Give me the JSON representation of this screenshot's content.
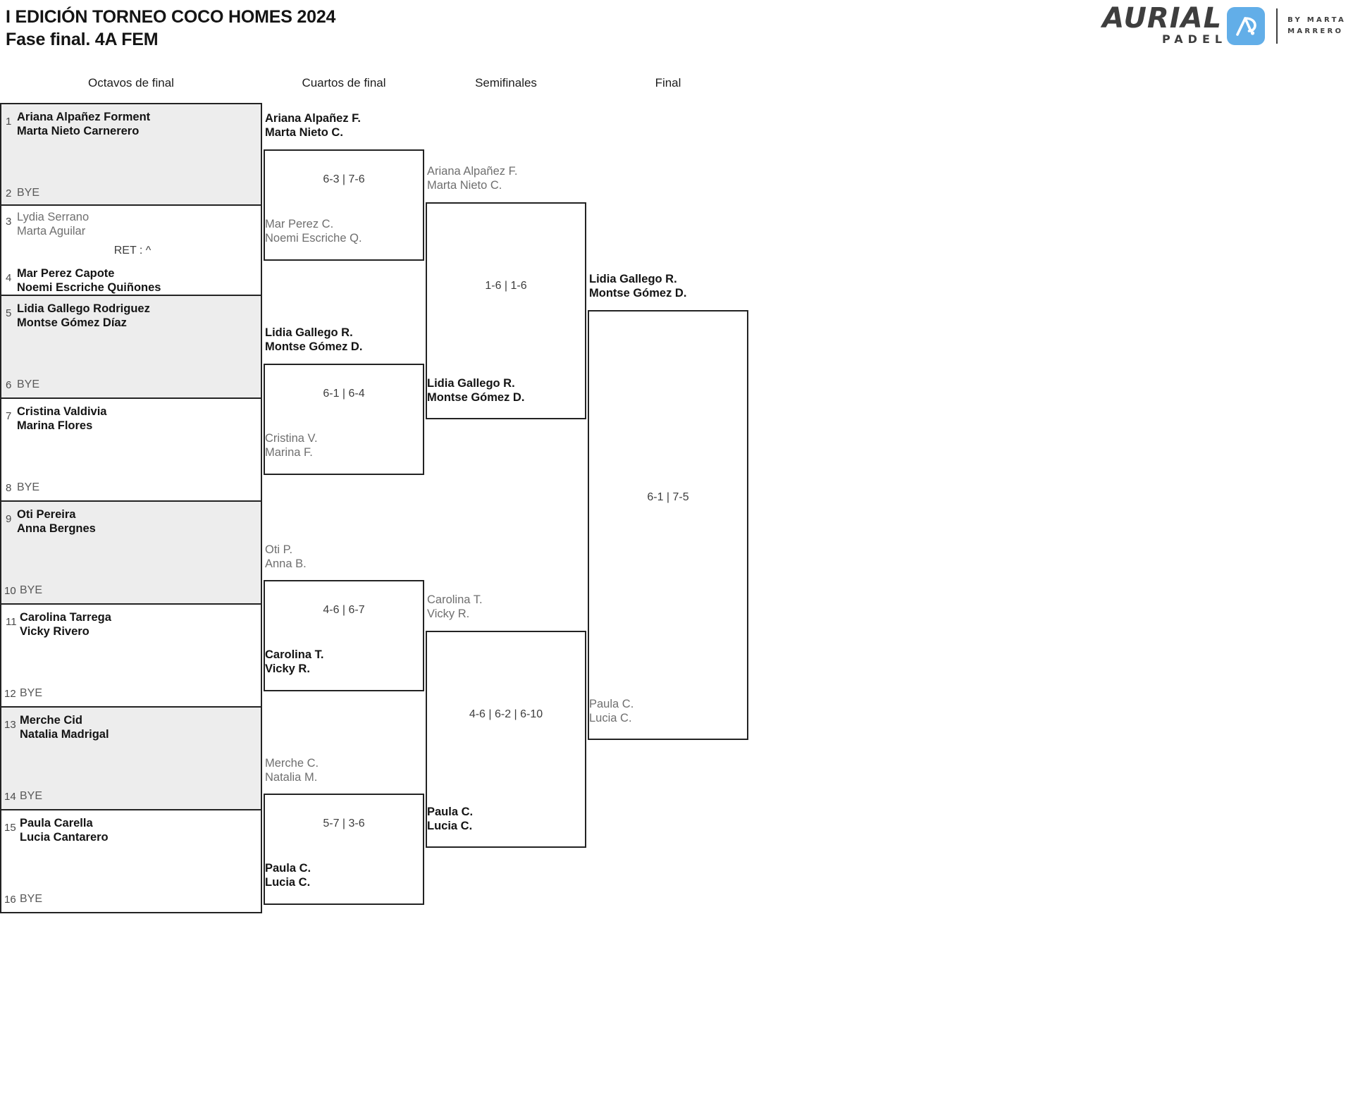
{
  "header": {
    "title_line1": "I EDICIÓN TORNEO COCO HOMES 2024",
    "title_line2": "Fase final. 4A FEM"
  },
  "logo": {
    "brand": "AURIAL",
    "sub": "PADEL",
    "by_line1": "BY MARTA",
    "by_line2": "MARRERO",
    "mark_alt": "AP",
    "accent_color": "#62aee8"
  },
  "rounds": [
    {
      "key": "r16",
      "label": "Octavos de final"
    },
    {
      "key": "qf",
      "label": "Cuartos de final"
    },
    {
      "key": "sf",
      "label": "Semifinales"
    },
    {
      "key": "f",
      "label": "Final"
    }
  ],
  "bye_label": "BYE",
  "round16": {
    "slots": [
      {
        "seed": "1",
        "line1": "Ariana Alpañez Forment",
        "line2": "Marta Nieto Carnerero",
        "result": "win",
        "bye": false
      },
      {
        "seed": "2",
        "line1": "BYE",
        "line2": "",
        "result": "bye",
        "bye": true
      },
      {
        "seed": "3",
        "line1": "Lydia Serrano",
        "line2": "Marta Aguilar",
        "result": "lose",
        "bye": false
      },
      {
        "seed": "4",
        "line1": "Mar Perez Capote",
        "line2": "Noemi Escriche Quiñones",
        "result": "win",
        "bye": false
      },
      {
        "seed": "5",
        "line1": "Lidia Gallego Rodriguez",
        "line2": "Montse Gómez Díaz",
        "result": "win",
        "bye": false
      },
      {
        "seed": "6",
        "line1": "BYE",
        "line2": "",
        "result": "bye",
        "bye": true
      },
      {
        "seed": "7",
        "line1": "Cristina Valdivia",
        "line2": "Marina Flores",
        "result": "win",
        "bye": false
      },
      {
        "seed": "8",
        "line1": "BYE",
        "line2": "",
        "result": "bye",
        "bye": true
      },
      {
        "seed": "9",
        "line1": "Oti Pereira",
        "line2": "Anna Bergnes",
        "result": "win",
        "bye": false
      },
      {
        "seed": "10",
        "line1": "BYE",
        "line2": "",
        "result": "bye",
        "bye": true
      },
      {
        "seed": "11",
        "line1": "Carolina Tarrega",
        "line2": "Vicky Rivero",
        "result": "win",
        "bye": false
      },
      {
        "seed": "12",
        "line1": "BYE",
        "line2": "",
        "result": "bye",
        "bye": true
      },
      {
        "seed": "13",
        "line1": "Merche Cid",
        "line2": "Natalia Madrigal",
        "result": "win",
        "bye": false
      },
      {
        "seed": "14",
        "line1": "BYE",
        "line2": "",
        "result": "bye",
        "bye": true
      },
      {
        "seed": "15",
        "line1": "Paula Carella",
        "line2": "Lucia Cantarero",
        "result": "win",
        "bye": false
      },
      {
        "seed": "16",
        "line1": "BYE",
        "line2": "",
        "result": "bye",
        "bye": true
      }
    ],
    "match_notes": [
      {
        "match": 2,
        "text": "RET : ^"
      }
    ]
  },
  "quarterfinals": [
    {
      "top": {
        "line1": "Ariana Alpañez F.",
        "line2": "Marta Nieto C.",
        "result": "win"
      },
      "bottom": {
        "line1": "Mar Perez C.",
        "line2": "Noemi Escriche Q.",
        "result": "lose"
      },
      "score": "6-3 | 7-6"
    },
    {
      "top": {
        "line1": "Lidia Gallego R.",
        "line2": "Montse Gómez D.",
        "result": "win"
      },
      "bottom": {
        "line1": "Cristina V.",
        "line2": "Marina F.",
        "result": "lose"
      },
      "score": "6-1 | 6-4"
    },
    {
      "top": {
        "line1": "Oti P.",
        "line2": "Anna B.",
        "result": "lose"
      },
      "bottom": {
        "line1": "Carolina T.",
        "line2": "Vicky R.",
        "result": "win"
      },
      "score": "4-6 | 6-7"
    },
    {
      "top": {
        "line1": "Merche C.",
        "line2": "Natalia M.",
        "result": "lose"
      },
      "bottom": {
        "line1": "Paula C.",
        "line2": "Lucia C.",
        "result": "win"
      },
      "score": "5-7 | 3-6"
    }
  ],
  "semifinals": [
    {
      "top": {
        "line1": "Ariana Alpañez F.",
        "line2": "Marta Nieto C.",
        "result": "lose"
      },
      "bottom": {
        "line1": "Lidia Gallego R.",
        "line2": "Montse Gómez D.",
        "result": "win"
      },
      "score": "1-6 | 1-6"
    },
    {
      "top": {
        "line1": "Carolina T.",
        "line2": "Vicky R.",
        "result": "lose"
      },
      "bottom": {
        "line1": "Paula C.",
        "line2": "Lucia C.",
        "result": "win"
      },
      "score": "4-6 | 6-2 | 6-10"
    }
  ],
  "final": {
    "top": {
      "line1": "Lidia Gallego R.",
      "line2": "Montse Gómez D.",
      "result": "win"
    },
    "bottom": {
      "line1": "Paula C.",
      "line2": "Lucia C.",
      "result": "lose"
    },
    "score": "6-1 | 7-5"
  }
}
